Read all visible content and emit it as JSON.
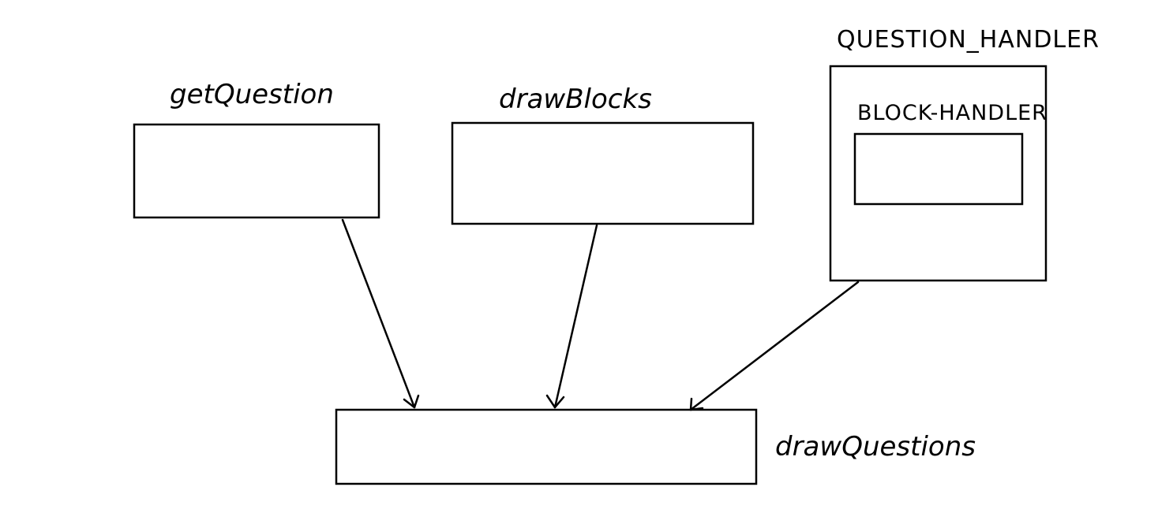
{
  "diagram": {
    "labels": {
      "get_question": "getQuestion",
      "draw_blocks": "drawBlocks",
      "question_handler": "QUESTION_HANDLER",
      "block_handler": "BLOCK-HANDLER",
      "draw_questions": "drawQuestions"
    },
    "stroke_color": "#000000",
    "background_color": "#ffffff"
  }
}
